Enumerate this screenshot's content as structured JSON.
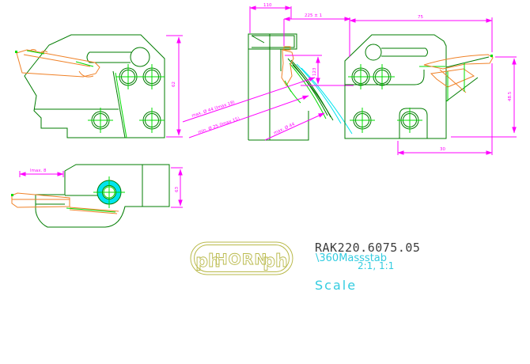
{
  "title_block": {
    "part_number": "RAK220.6075.05",
    "scale_word_de": "\\360Massstab",
    "scale_values": "2:1, 1:1",
    "scale_word_en": "Scale",
    "logo_left": "ph",
    "logo_center": "HORN",
    "logo_right": "ph"
  },
  "dimensions": {
    "side_height": "62",
    "front_width": "110",
    "overall": "225 ± 1",
    "head_height": "123",
    "right_width": "75",
    "right_height": "48.5",
    "right_offset": "30",
    "top_lmax": "lmax. 8",
    "top_height": "63"
  },
  "annotations": {
    "max_diameter": "max. Ø 44 (lmax 18)",
    "min_diameter": "min. Ø 25 (lmax 15)",
    "swing_diameter": "max. Ø 44"
  },
  "colors": {
    "body_outline": "#007C00",
    "highlight": "#00DC00",
    "insert": "#F08228",
    "dimension": "#FF00FF",
    "swing_arc": "#00E5EE",
    "knob_fill": "#00E5EE",
    "logo": "#B9B94A",
    "part_number_text": "#3C3C3C",
    "scale_text": "#33CCE0",
    "background": "#FFFFFF"
  }
}
